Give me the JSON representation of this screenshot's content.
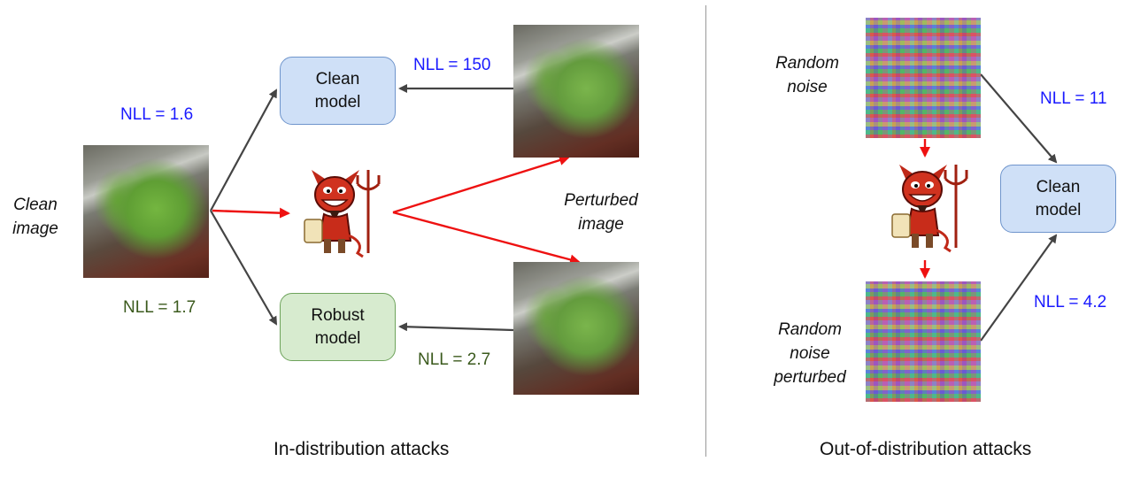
{
  "left": {
    "clean_image_label": [
      "Clean",
      "image"
    ],
    "perturbed_image_label": [
      "Perturbed",
      "image"
    ],
    "clean_model": [
      "Clean",
      "model"
    ],
    "robust_model": [
      "Robust",
      "model"
    ],
    "nll_clean_in": "NLL = 1.6",
    "nll_robust_in": "NLL = 1.7",
    "nll_clean_attack": "NLL = 150",
    "nll_robust_attack": "NLL = 2.7",
    "caption": "In-distribution attacks"
  },
  "right": {
    "random_noise_label": [
      "Random",
      "noise"
    ],
    "random_noise_perturbed_label": [
      "Random",
      "noise",
      "perturbed"
    ],
    "clean_model": [
      "Clean",
      "model"
    ],
    "nll_noise": "NLL = 11",
    "nll_noise_perturbed": "NLL = 4.2",
    "caption": "Out-of-distribution attacks"
  },
  "colors": {
    "nll_clean": "#1a1aff",
    "nll_robust": "#3b5a1d",
    "attack_arrow": "#ee1111",
    "model_arrow": "#444444"
  },
  "icons": [
    "frog-image",
    "devil-icon",
    "noise-image"
  ]
}
